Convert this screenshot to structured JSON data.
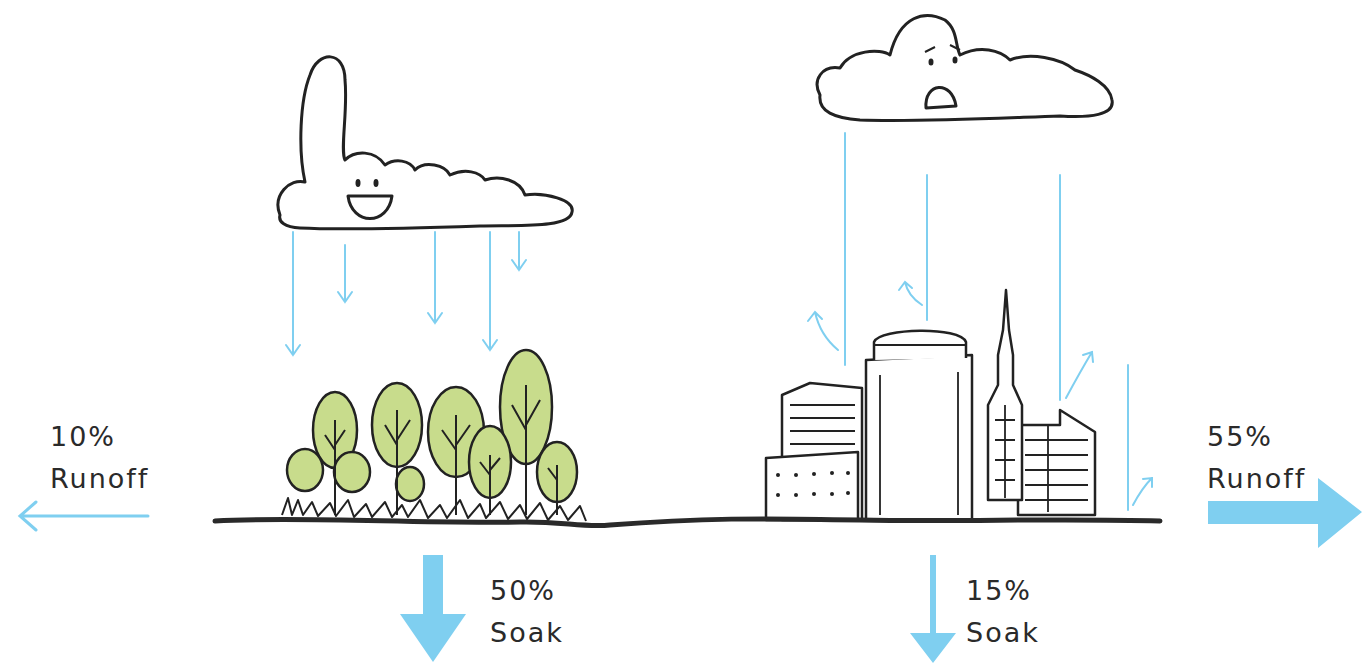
{
  "diagram": {
    "labels": [
      "10% Runoff",
      "55% Runoff",
      "50% Soak",
      "15% Soak"
    ]
  }
}
